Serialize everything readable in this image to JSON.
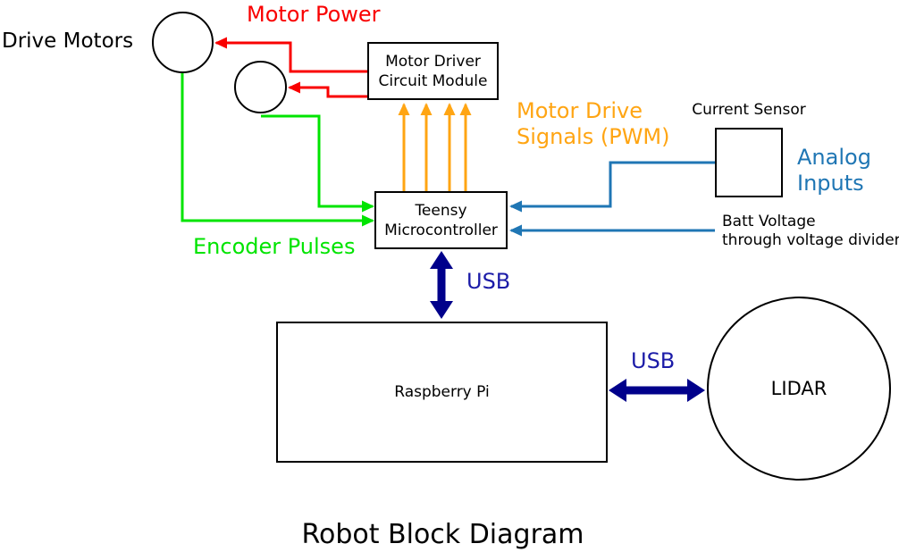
{
  "title": "Robot Block Diagram",
  "colors": {
    "motor_power_red": "#f90000",
    "encoder_green": "#00e400",
    "pwm_orange": "#ffa513",
    "analog_blue": "#1f76b4",
    "usb_arrow_navy": "#00008b",
    "usb_text_navy": "#1c1ca8",
    "line_black": "#000000"
  },
  "nodes": {
    "drive_motors": {
      "label": "Drive Motors"
    },
    "motor_driver": {
      "line1": "Motor Driver",
      "line2": "Circuit Module"
    },
    "teensy": {
      "line1": "Teensy",
      "line2": "Microcontroller"
    },
    "current_sensor": {
      "label": "Current Sensor"
    },
    "raspberry_pi": {
      "label": "Raspberry Pi"
    },
    "lidar": {
      "label": "LIDAR"
    }
  },
  "labels": {
    "motor_power": "Motor Power",
    "motor_drive_signals": {
      "line1": "Motor Drive",
      "line2": "Signals (PWM)"
    },
    "encoder_pulses": "Encoder Pulses",
    "analog_inputs": {
      "line1": "Analog",
      "line2": "Inputs"
    },
    "batt_voltage": {
      "line1": "Batt Voltage",
      "line2": "through voltage divider"
    },
    "usb_teensy": "USB",
    "usb_lidar": "USB"
  }
}
